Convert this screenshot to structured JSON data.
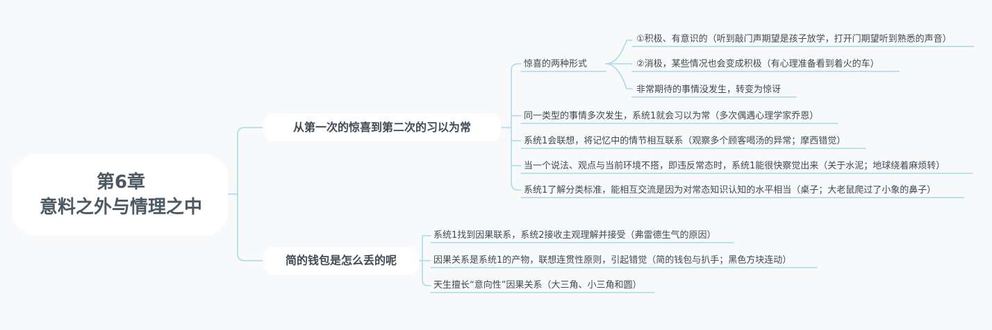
{
  "colors": {
    "background": "#f7f9fa",
    "line": "#a9dbe8",
    "node_fill": "#ffffff",
    "text": "#3e4a52"
  },
  "root": {
    "line1": "第6章",
    "line2": "意料之外与情理之中"
  },
  "branches": [
    {
      "label": "从第一次的惊喜到第二次的习以为常",
      "children": [
        {
          "label": "惊喜的两种形式",
          "children": [
            {
              "label": "①积极、有意识的（听到敲门声期望是孩子放学，打开门期望听到熟悉的声音）"
            },
            {
              "label": "②消极，某些情况也会变成积极（有心理准备看到着火的车）"
            },
            {
              "label": "非常期待的事情没发生，转变为惊讶"
            }
          ]
        },
        {
          "label": "同一类型的事情多次发生，系统1就会习以为常（多次偶遇心理学家乔恩）"
        },
        {
          "label": "系统1会联想，将记忆中的情节相互联系（观察多个顾客喝汤的异常；摩西错觉）"
        },
        {
          "label": "当一个说法、观点与当前环境不搭，即违反常态时，系统1能很快察觉出来（关于水泥；地球绕着麻烦转）"
        },
        {
          "label": "系统1了解分类标准，能相互交流是因为对常态知识认知的水平相当（桌子；大老鼠爬过了小象的鼻子）"
        }
      ]
    },
    {
      "label": "简的钱包是怎么丢的呢",
      "children": [
        {
          "label": "系统1找到因果联系，系统2接收主观理解并接受（弗雷德生气的原因）"
        },
        {
          "label": "因果关系是系统1的产物，联想连贯性原则，引起错觉（简的钱包与扒手；黑色方块连动）"
        },
        {
          "label": "天生擅长“意向性”因果关系（大三角、小三角和圆）"
        }
      ]
    }
  ]
}
